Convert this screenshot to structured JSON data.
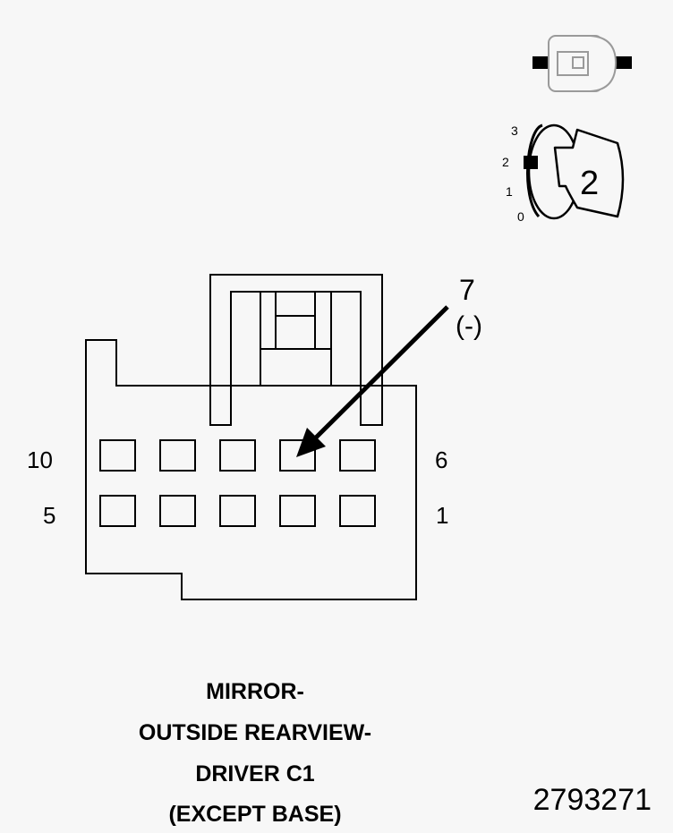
{
  "pin_callout": {
    "number": "7",
    "polarity": "(-)"
  },
  "row_labels": {
    "top_left": "10",
    "top_right": "6",
    "bottom_left": "5",
    "bottom_right": "1"
  },
  "position_scale": {
    "p3": "3",
    "p2": "2",
    "p1": "1",
    "p0": "0",
    "value": "2"
  },
  "title_lines": [
    "MIRROR-",
    "OUTSIDE REARVIEW-",
    "DRIVER C1",
    "(EXCEPT BASE)"
  ],
  "doc_number": "2793271",
  "colors": {
    "background": "#f7f7f7",
    "line": "#000000",
    "icon_outline": "#9a9a9a"
  }
}
